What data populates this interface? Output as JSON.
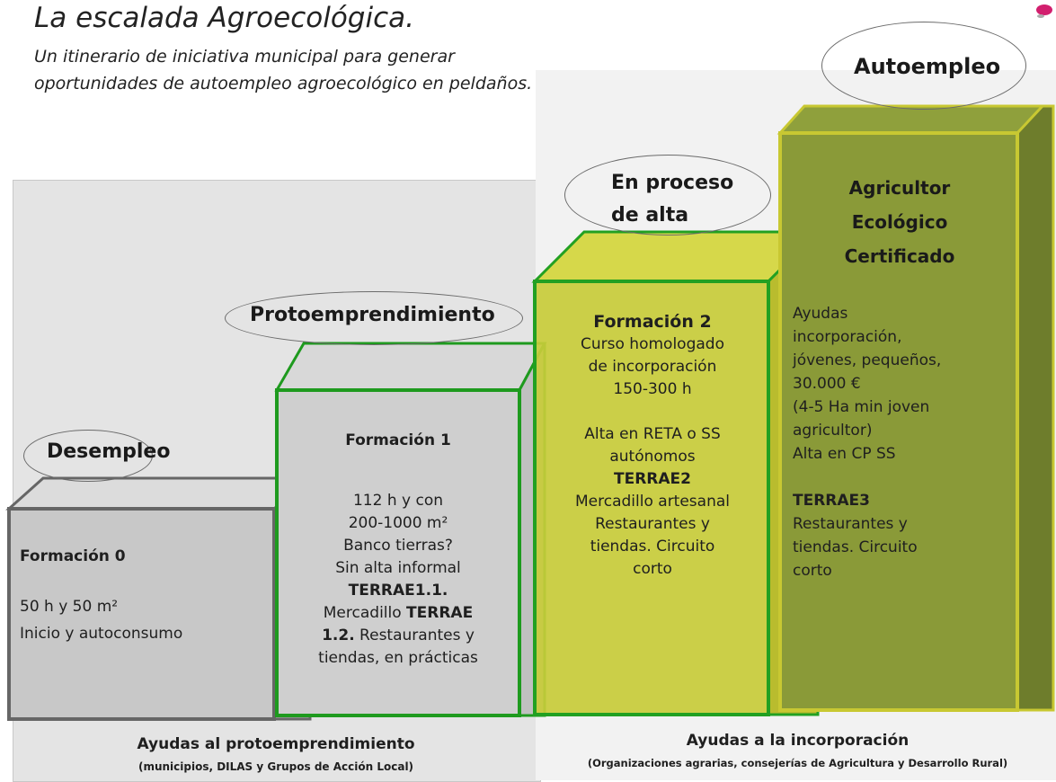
{
  "title": "La escalada Agroecológica.",
  "subtitle": "Un itinerario de iniciativa municipal para generar oportunidades de autoempleo agroecológico en peldaños.",
  "stages": {
    "desempleo": "Desempleo",
    "proto": "Protoemprendimiento",
    "alta": "En proceso de alta",
    "autoempleo": "Autoempleo"
  },
  "boxes": {
    "f0": {
      "heading": "Formación 0",
      "line1": "50 h y 50 m²",
      "line2": "Inicio y autoconsumo"
    },
    "f1": {
      "heading": "Formación 1",
      "line1": "112 h y con",
      "line2": "200-1000 m²",
      "line3": "Banco tierras?",
      "line4": "Sin alta informal",
      "line5": "TERRAE1.1.",
      "line6a": "Mercadillo ",
      "line6b": "TERRAE",
      "line7a": "1.2.",
      "line7b": " Restaurantes y",
      "line8": "tiendas, en prácticas"
    },
    "f2": {
      "heading": "Formación 2",
      "line1": "Curso homologado",
      "line2": "de incorporación",
      "line3": "150-300 h",
      "line4": "Alta en RETA o SS",
      "line5": "autónomos",
      "line6": "TERRAE2",
      "line7": "Mercadillo artesanal",
      "line8": "Restaurantes y",
      "line9": "tiendas. Circuito",
      "line10": "corto"
    },
    "f3": {
      "heading1": "Agricultor",
      "heading2": "Ecológico",
      "heading3": "Certificado",
      "line1": "Ayudas",
      "line2": "incorporación,",
      "line3": "jóvenes,  pequeños,",
      "line4": "30.000 €",
      "line5": "(4-5 Ha min joven",
      "line6": "agricultor)",
      "line7": "Alta en CP SS",
      "line8": "TERRAE3",
      "line9": "Restaurantes y",
      "line10": "tiendas. Circuito",
      "line11": "corto"
    }
  },
  "footer": {
    "left_main": "Ayudas al protoemprendimiento",
    "left_sub": "(municipios, DILAS y Grupos de Acción Local)",
    "right_main": "Ayudas a la incorporación",
    "right_sub": "(Organizaciones agrarias, consejerías de Agricultura y Desarrollo Rural)"
  },
  "colors": {
    "box0": "#c9c9c9",
    "box1": "#cfcfcf",
    "box1_border": "#1e9a1e",
    "box2": "#c8cc3a",
    "box2_border": "#22a022",
    "box3": "#8a9a38",
    "box3_border": "#c8c832"
  }
}
